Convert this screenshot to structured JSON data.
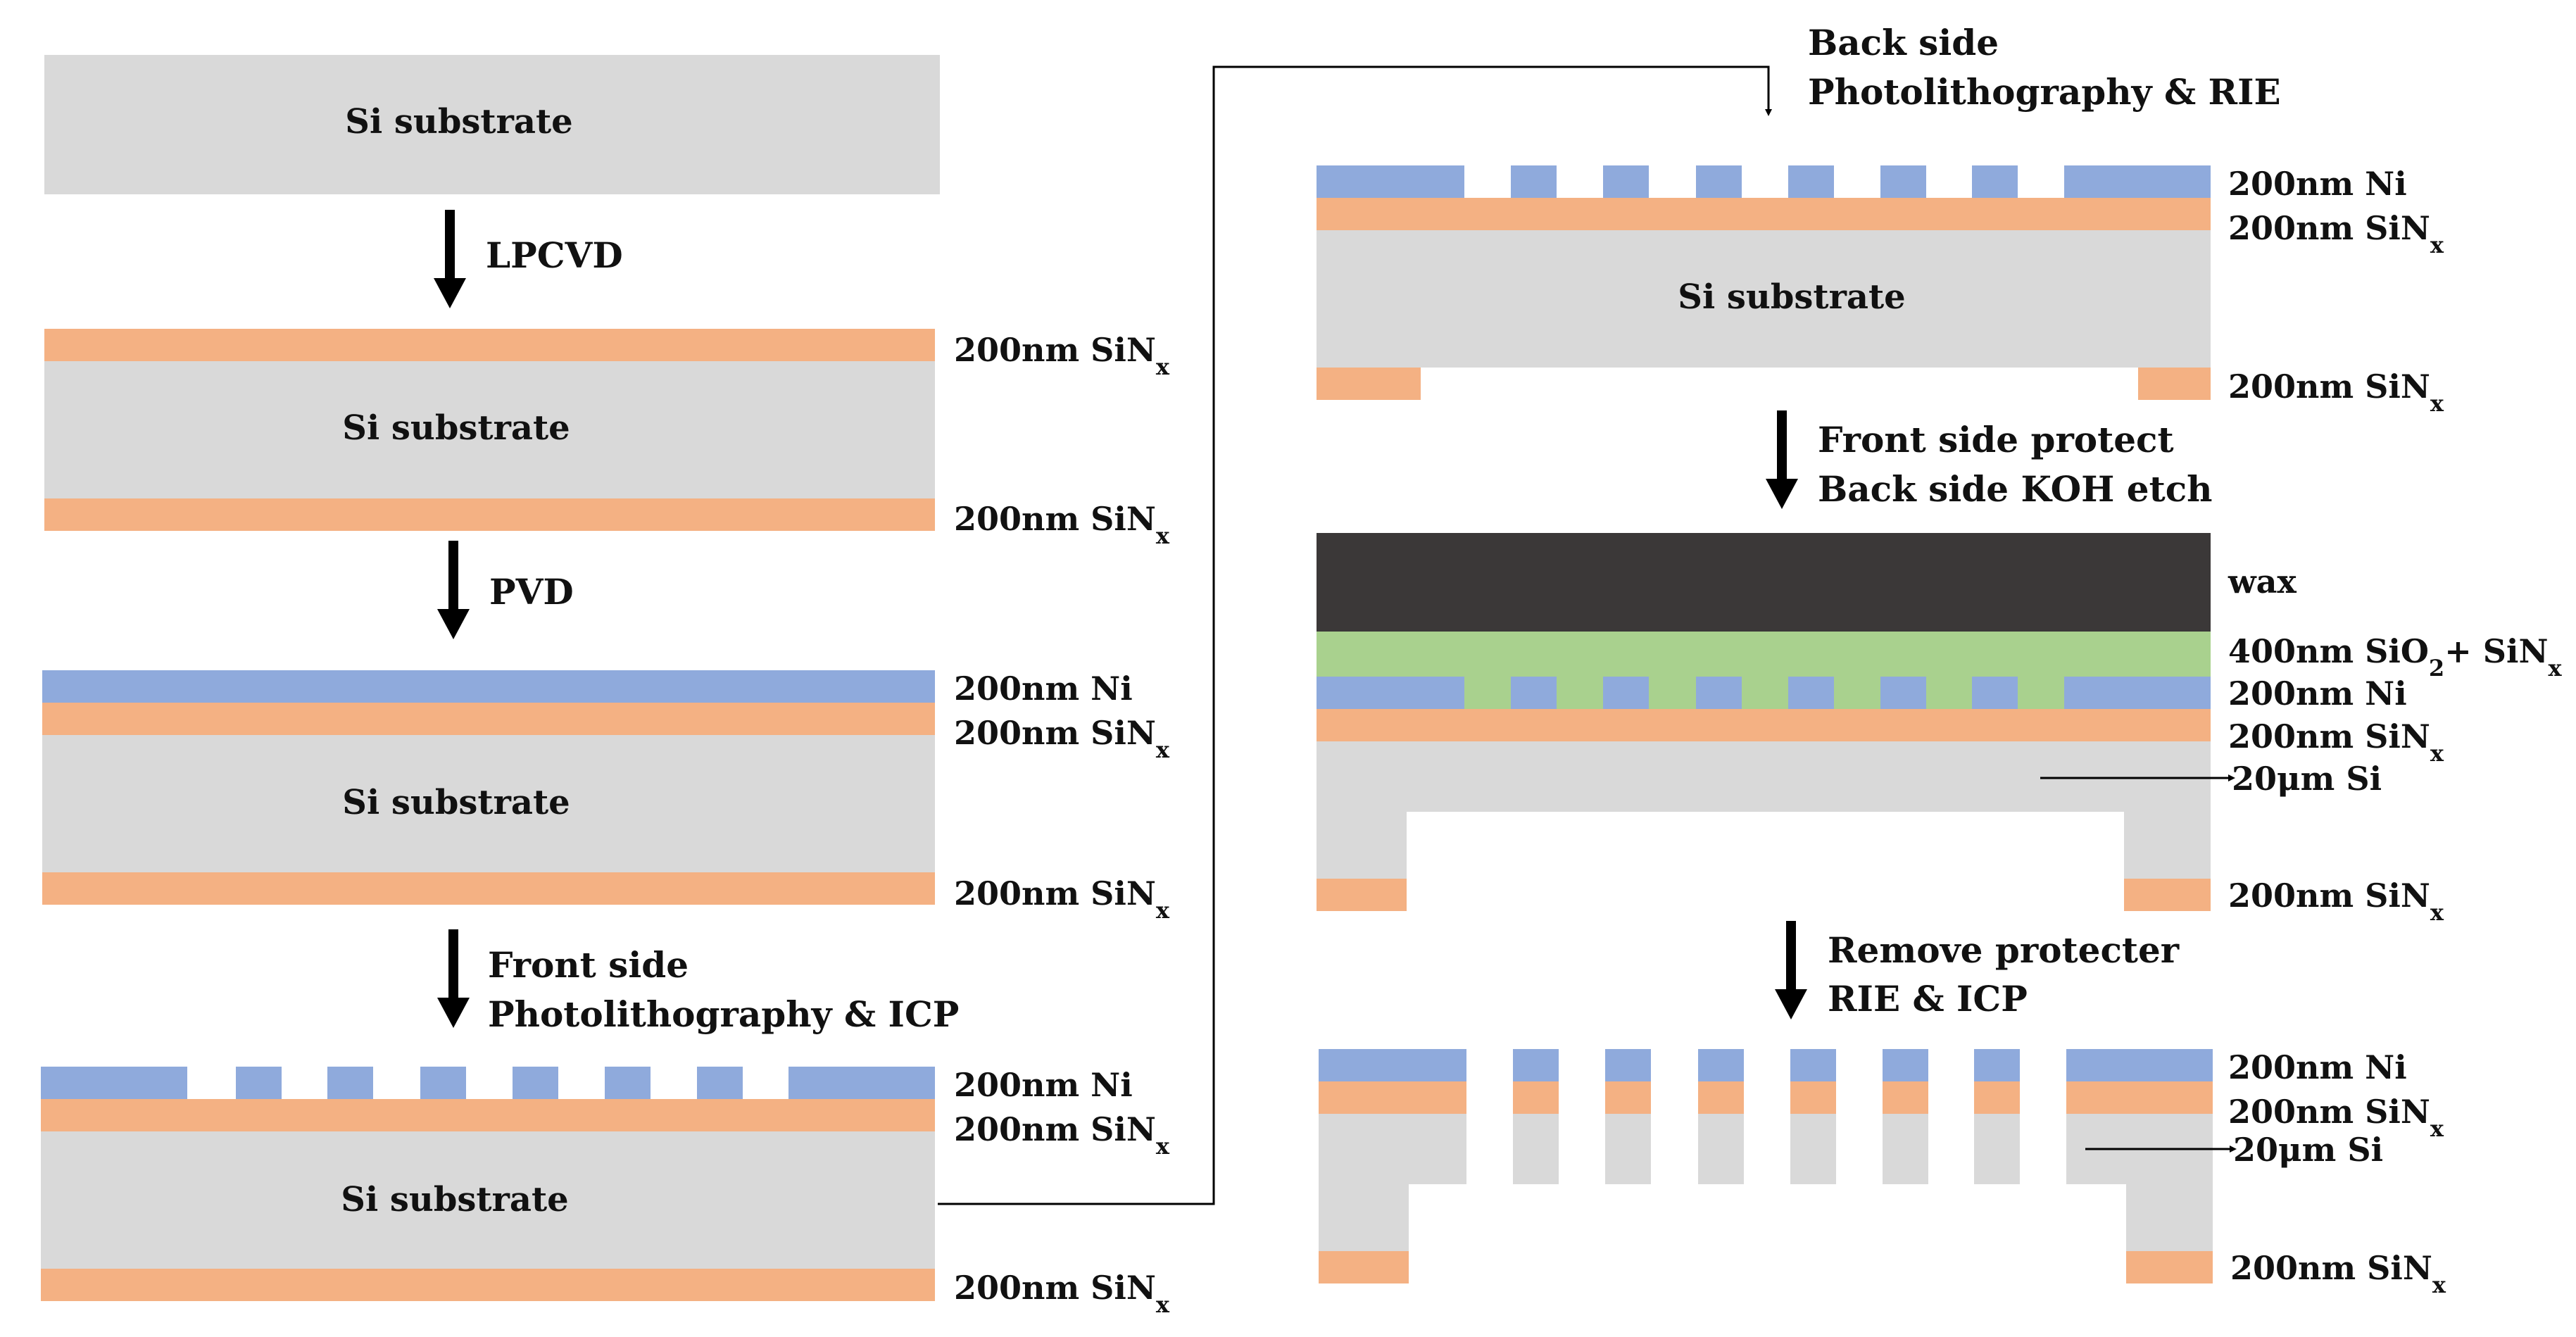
{
  "colors": {
    "si": "#d9d9d9",
    "sin": "#f4b183",
    "ni": "#8faadc",
    "wax": "#3b3838",
    "sio2": "#a9d18e",
    "arrow": "#000000"
  },
  "labels": {
    "si_substrate": "Si substrate",
    "sin_200": "200nm SiN",
    "sin_sub": "x",
    "ni_200": "200nm Ni",
    "wax": "wax",
    "sio2_400_a": "400nm SiO",
    "sio2_sub": "2",
    "sio2_400_b": "+ SiN",
    "si_20um": "20μm   Si"
  },
  "steps": {
    "lpcvd": "LPCVD",
    "pvd": "PVD",
    "front_l1": "Front side",
    "front_l2": "Photolithography & ICP",
    "back_l1": "Back side",
    "back_l2": "Photolithography & RIE",
    "koh_l1": "Front side protect",
    "koh_l2": "Back side KOH etch",
    "rem_l1": "Remove protecter",
    "rem_l2": "RIE & ICP"
  }
}
